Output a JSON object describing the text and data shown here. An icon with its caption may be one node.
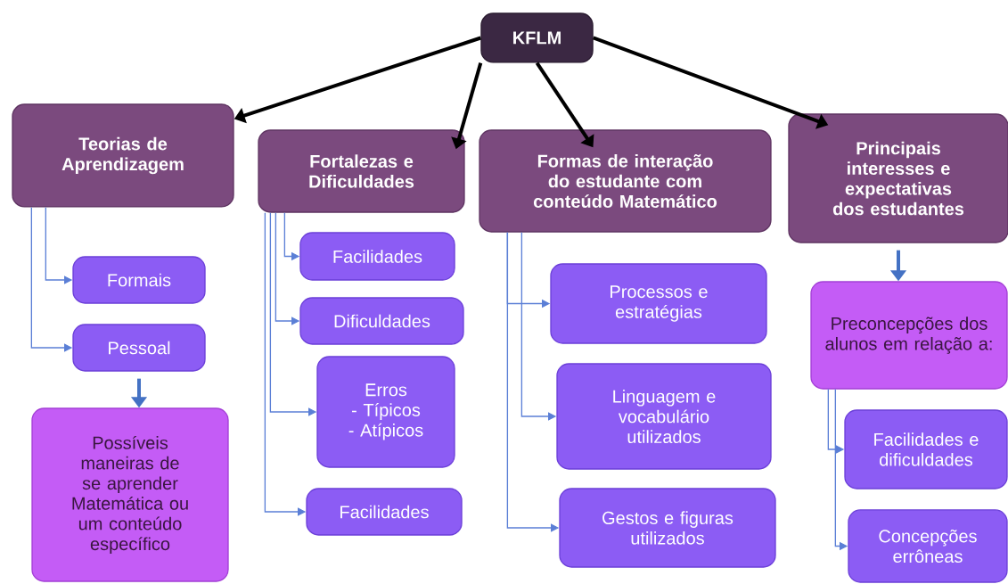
{
  "diagram": {
    "nodes": [
      {
        "text": [
          "KFLM"
        ]
      },
      {
        "text": [
          "Teorias de Aprendizagem"
        ]
      },
      {
        "text": [
          "Fortalezas e Dificuldades"
        ]
      },
      {
        "text": [
          "Formas de interação do estudante com conteúdo Matemático"
        ]
      },
      {
        "text": [
          "Principais interesses e expectativas dos estudantes"
        ]
      },
      {
        "text": [
          "Formais"
        ]
      },
      {
        "text": [
          "Pessoal"
        ]
      },
      {
        "text": [
          "Possíveis maneiras de se aprender Matemática ou um conteúdo específico"
        ]
      },
      {
        "text": [
          "Facilidades"
        ]
      },
      {
        "text": [
          "Dificuldades"
        ]
      },
      {
        "text": [
          "Erros",
          "- Típicos",
          "- Atípicos"
        ]
      },
      {
        "text": [
          "Facilidades"
        ]
      },
      {
        "text": [
          "Processos e estratégias"
        ]
      },
      {
        "text": [
          "Linguagem e vocabulário utilizados"
        ]
      },
      {
        "text": [
          "Gestos e figuras utilizados"
        ]
      },
      {
        "text": [
          "Preconcepções dos alunos em relação a:"
        ]
      },
      {
        "text": [
          "Facilidades e dificuldades"
        ]
      },
      {
        "text": [
          "Concepções errôneas"
        ]
      }
    ],
    "edges": [
      {
        "from": 0,
        "to": 1,
        "arrow": "to",
        "style": "thick",
        "color": "#000000"
      },
      {
        "from": 0,
        "to": 2,
        "arrow": "to",
        "style": "thick",
        "color": "#000000"
      },
      {
        "from": 0,
        "to": 3,
        "arrow": "to",
        "style": "thick",
        "color": "#000000"
      },
      {
        "from": 0,
        "to": 4,
        "arrow": "to",
        "style": "thick",
        "color": "#000000"
      },
      {
        "from": 1,
        "to": 5,
        "arrow": "to"
      },
      {
        "from": 1,
        "to": 6,
        "arrow": "to"
      },
      {
        "from": 6,
        "to": 7,
        "arrow": "to",
        "style": "thick",
        "color": "#4472c4"
      },
      {
        "from": 2,
        "to": 8,
        "arrow": "to"
      },
      {
        "from": 2,
        "to": 9,
        "arrow": "to"
      },
      {
        "from": 2,
        "to": 10,
        "arrow": "to"
      },
      {
        "from": 2,
        "to": 11,
        "arrow": "to"
      },
      {
        "from": 3,
        "to": 12,
        "arrow": "to"
      },
      {
        "from": 3,
        "to": 13,
        "arrow": "to"
      },
      {
        "from": 3,
        "to": 14,
        "arrow": "to"
      },
      {
        "from": 4,
        "to": 15,
        "arrow": "to",
        "style": "thick",
        "color": "#4472c4"
      },
      {
        "from": 15,
        "to": 16,
        "arrow": "to"
      },
      {
        "from": 15,
        "to": 17,
        "arrow": "to"
      }
    ]
  }
}
